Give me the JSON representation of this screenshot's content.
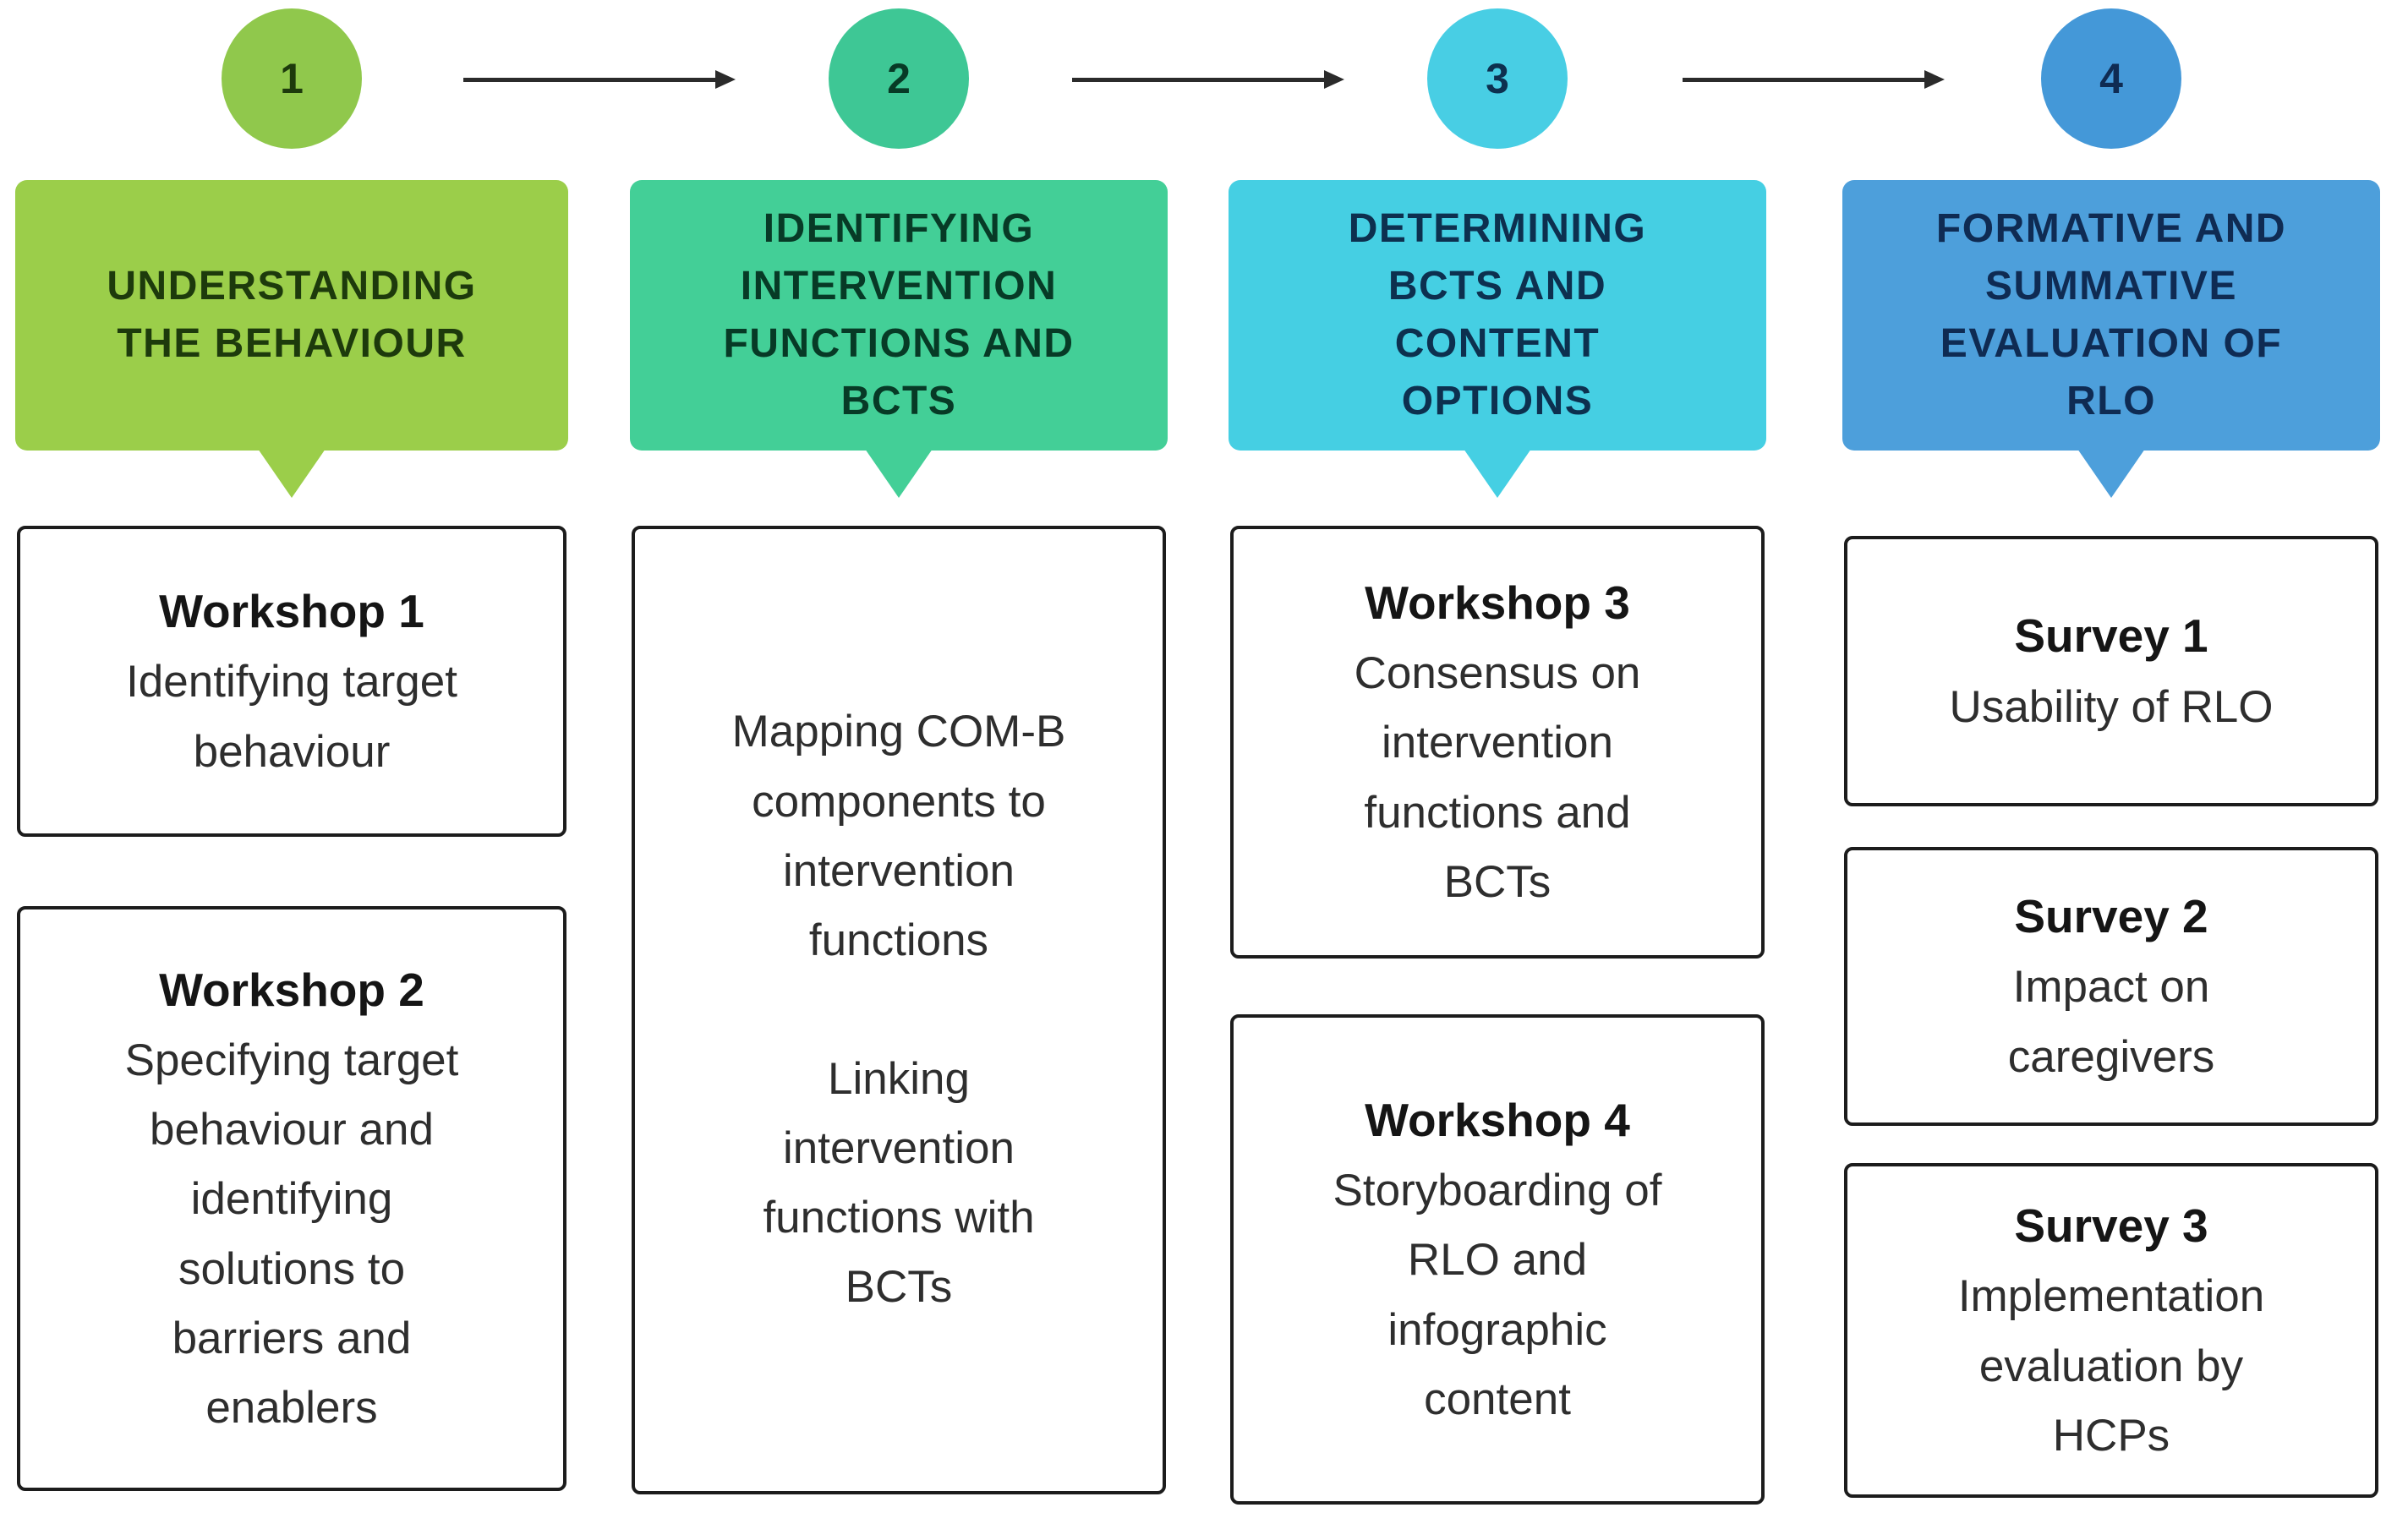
{
  "icons": {
    "connector": "arrow-right-icon"
  },
  "box_border_color": "#1c1c1c",
  "steps": [
    {
      "number": "1",
      "title": "UNDERSTANDING\nTHE BEHAVIOUR",
      "accent_color": "#9bce4a",
      "circle_color": "#90c84c",
      "ink_color": "#1d3a0c",
      "boxes": [
        {
          "title": "Workshop 1",
          "body": "Identifying target\nbehaviour"
        },
        {
          "title": "Workshop 2",
          "body": "Specifying target\nbehaviour and\nidentifying\nsolutions to\nbarriers and\nenablers"
        }
      ]
    },
    {
      "number": "2",
      "title": "IDENTIFYING\nINTERVENTION\nFUNCTIONS AND\nBCTS",
      "accent_color": "#43cf97",
      "circle_color": "#3ec795",
      "ink_color": "#073a26",
      "boxes": [
        {
          "title": "",
          "body": "Mapping COM-B\ncomponents to\nintervention\nfunctions\n\nLinking\nintervention\nfunctions with\nBCTs"
        }
      ]
    },
    {
      "number": "3",
      "title": "DETERMINING\nBCTS AND\nCONTENT\nOPTIONS",
      "accent_color": "#45cfe3",
      "circle_color": "#48cee4",
      "ink_color": "#0d304f",
      "boxes": [
        {
          "title": "Workshop 3",
          "body": "Consensus on\nintervention\nfunctions and\nBCTs"
        },
        {
          "title": "Workshop 4",
          "body": "Storyboarding of\nRLO and\ninfographic\ncontent"
        }
      ]
    },
    {
      "number": "4",
      "title": "FORMATIVE AND\nSUMMATIVE\nEVALUATION OF\nRLO",
      "accent_color": "#4d9fdb",
      "circle_color": "#4498d8",
      "ink_color": "#0f2b53",
      "boxes": [
        {
          "title": "Survey 1",
          "body": "Usability of RLO"
        },
        {
          "title": "Survey 2",
          "body": "Impact on\ncaregivers"
        },
        {
          "title": "Survey 3",
          "body": "Implementation\nevaluation by\nHCPs"
        }
      ]
    }
  ]
}
